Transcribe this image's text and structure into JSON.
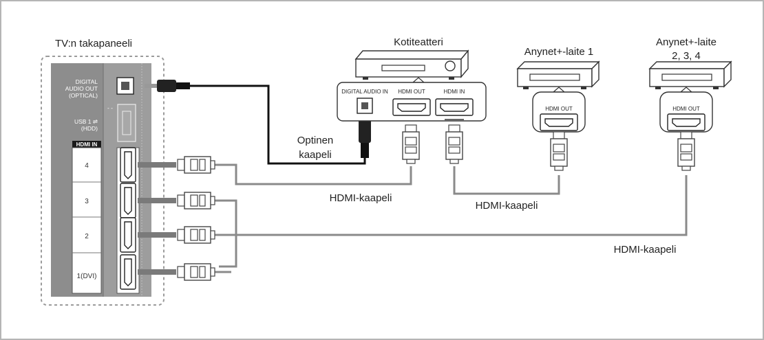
{
  "tv_panel": {
    "title": "TV:n takapaneeli",
    "digital_audio_out": [
      "DIGITAL",
      "AUDIO OUT",
      "(OPTICAL)"
    ],
    "usb": [
      "USB 1 ⇌",
      "(HDD)"
    ],
    "hdmi_in_header": "HDMI IN",
    "hdmi_ports": [
      "4",
      "3",
      "2",
      "1(DVI)"
    ]
  },
  "home_theater": {
    "title": "Kotiteatteri",
    "ports": [
      "DIGITAL AUDIO IN",
      "HDMI OUT",
      "HDMI IN"
    ]
  },
  "anynet_device_1": {
    "title": "Anynet+-laite 1",
    "port": "HDMI OUT"
  },
  "anynet_device_2": {
    "title_line1": "Anynet+-laite",
    "title_line2": "2, 3, 4",
    "port": "HDMI OUT"
  },
  "cables": {
    "optical_line1": "Optinen",
    "optical_line2": "kaapeli",
    "hdmi_1": "HDMI-kaapeli",
    "hdmi_2": "HDMI-kaapeli",
    "hdmi_3": "HDMI-kaapeli"
  }
}
